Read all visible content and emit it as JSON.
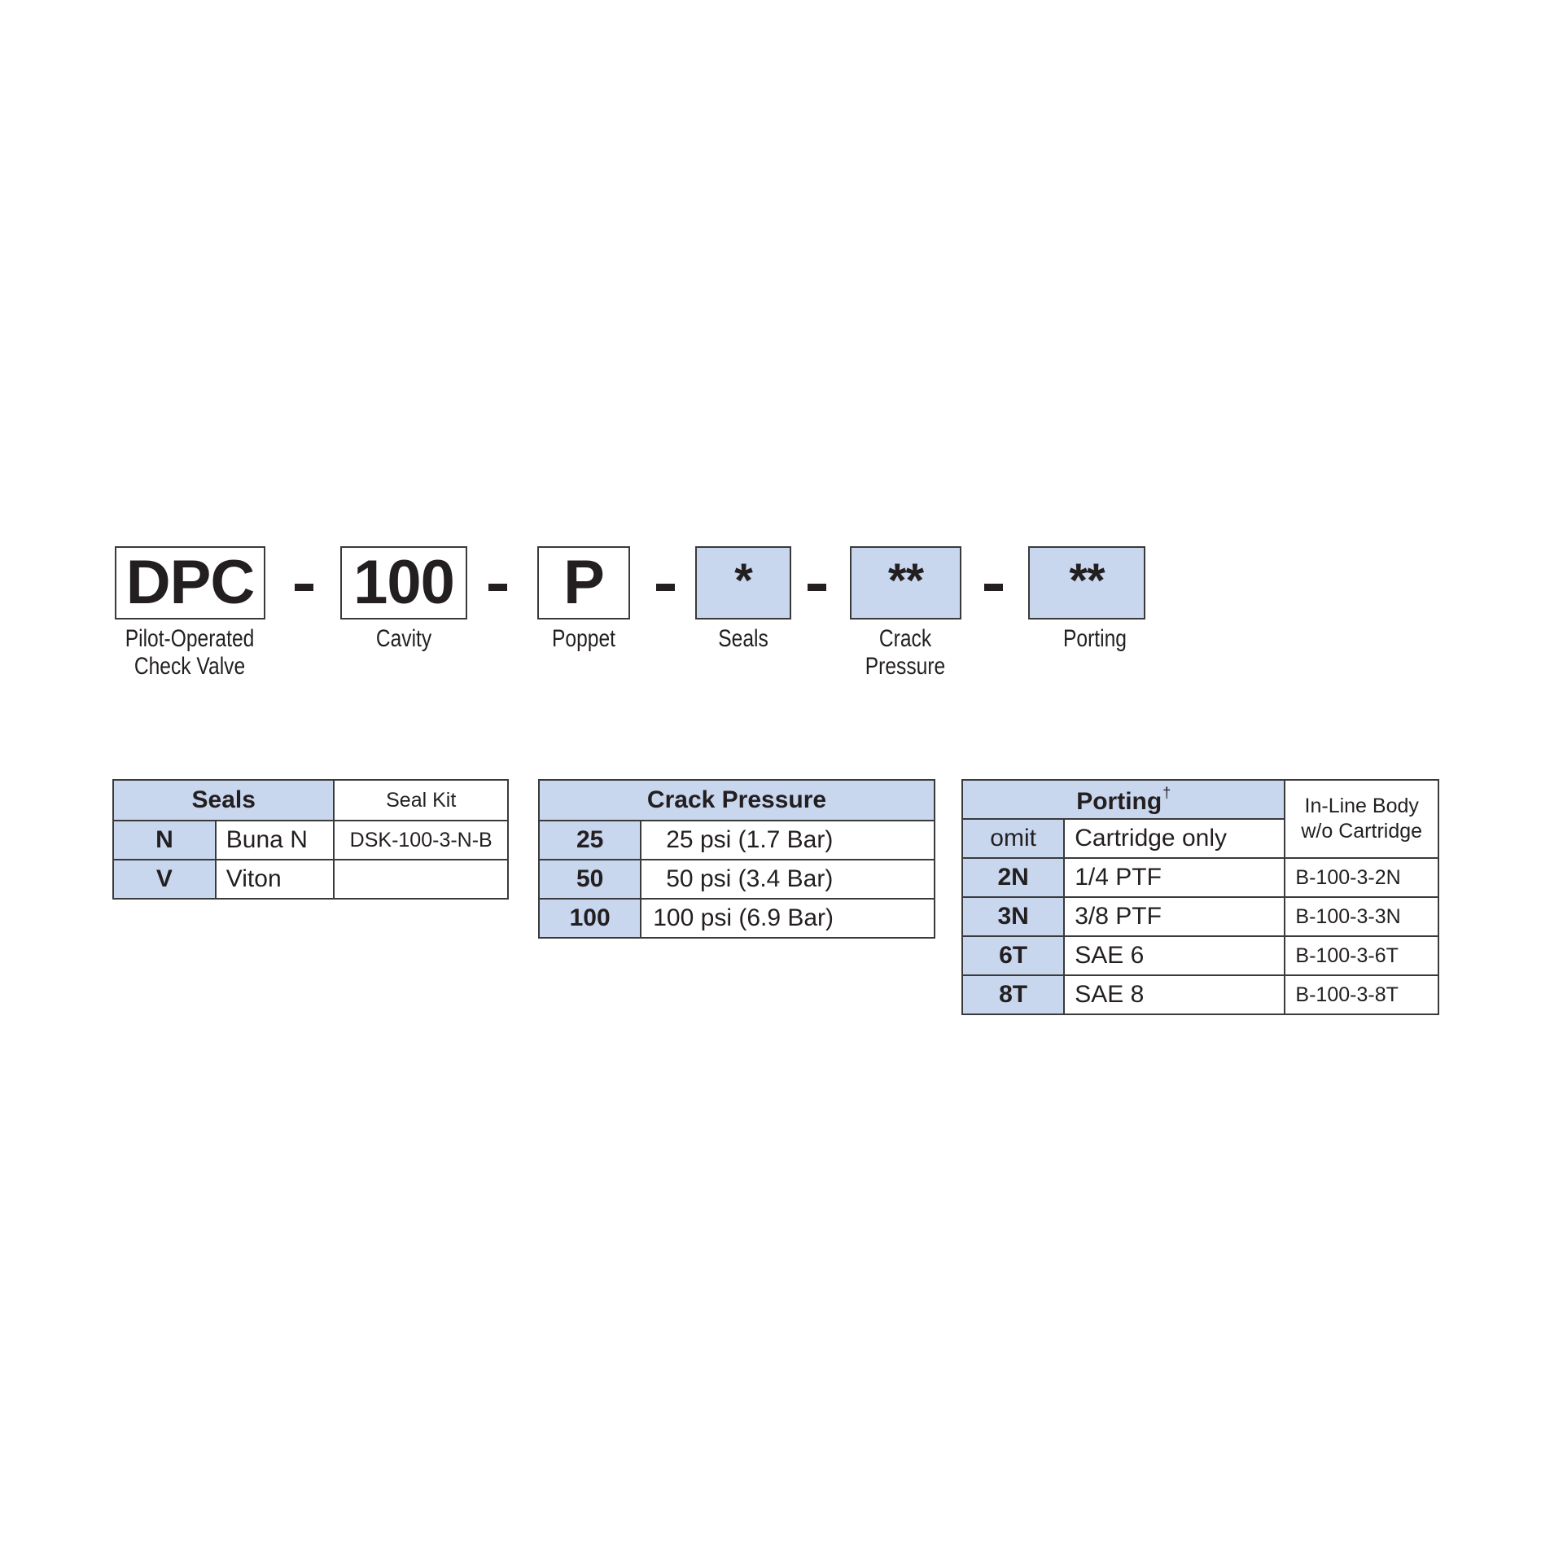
{
  "model_code": {
    "segments": [
      {
        "code": "DPC",
        "label_line1": "Pilot-Operated",
        "label_line2": "Check Valve",
        "style": "fixed"
      },
      {
        "code": "100",
        "label_line1": "Cavity",
        "label_line2": "",
        "style": "fixed"
      },
      {
        "code": "P",
        "label_line1": "Poppet",
        "label_line2": "",
        "style": "fixed"
      },
      {
        "code": "*",
        "label_line1": "Seals",
        "label_line2": "",
        "style": "option"
      },
      {
        "code": "**",
        "label_line1": "Crack",
        "label_line2": "Pressure",
        "style": "option"
      },
      {
        "code": "**",
        "label_line1": "Porting",
        "label_line2": "",
        "style": "option"
      }
    ],
    "separator": "-"
  },
  "seals_table": {
    "header": "Seals",
    "kit_header": "Seal Kit",
    "rows": [
      {
        "code": "N",
        "name": "Buna N",
        "kit": "DSK-100-3-N-B"
      },
      {
        "code": "V",
        "name": "Viton",
        "kit": ""
      }
    ]
  },
  "crack_table": {
    "header": "Crack Pressure",
    "rows": [
      {
        "code": "25",
        "value": "25 psi (1.7 Bar)"
      },
      {
        "code": "50",
        "value": "50 psi (3.4 Bar)"
      },
      {
        "code": "100",
        "value": "100 psi (6.9 Bar)"
      }
    ]
  },
  "porting_table": {
    "header": "Porting",
    "header_mark": "†",
    "body_header_line1": "In-Line Body",
    "body_header_line2": "w/o Cartridge",
    "rows": [
      {
        "code": "omit",
        "value": "Cartridge only",
        "body": ""
      },
      {
        "code": "2N",
        "value": "1/4 PTF",
        "body": "B-100-3-2N"
      },
      {
        "code": "3N",
        "value": "3/8 PTF",
        "body": "B-100-3-3N"
      },
      {
        "code": "6T",
        "value": "SAE 6",
        "body": "B-100-3-6T"
      },
      {
        "code": "8T",
        "value": "SAE 8",
        "body": "B-100-3-8T"
      }
    ]
  },
  "colors": {
    "option_fill": "#c8d6ee",
    "border": "#3a3a3a",
    "text": "#231f20"
  }
}
